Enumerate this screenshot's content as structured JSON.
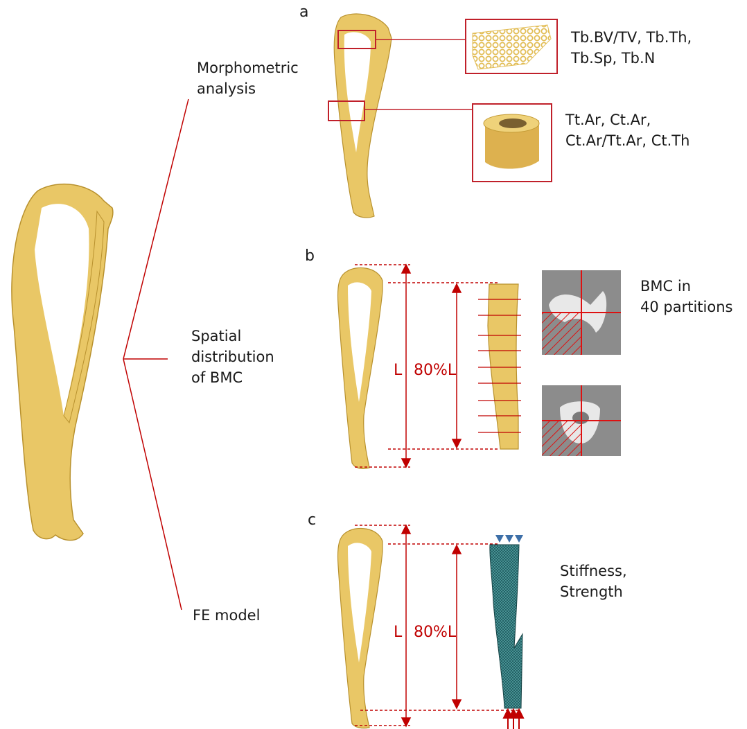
{
  "panels": {
    "a": "a",
    "b": "b",
    "c": "c"
  },
  "branches": {
    "morphometric": "Morphometric\nanalysis",
    "spatial": "Spatial\ndistribution\nof BMC",
    "fe": "FE model"
  },
  "panel_a": {
    "trabecular_params": "Tb.BV/TV, Tb.Th,\nTb.Sp, Tb.N",
    "cortical_params": "Tt.Ar, Ct.Ar,\nCt.Ar/Tt.Ar, Ct.Th"
  },
  "panel_b": {
    "L_label": "L",
    "pct_label": "80%L",
    "bmc_text": "BMC in\n40 partitions"
  },
  "panel_c": {
    "L_label": "L",
    "pct_label": "80%L",
    "outcome_text": "Stiffness,\nStrength"
  },
  "colors": {
    "bone": "#e9c766",
    "bone_edge": "#b8912e",
    "accent_red": "#c00000",
    "mesh": "#2f6f73",
    "ct_gray": "#8c8c8c",
    "support_blue": "#3d6fa8"
  }
}
